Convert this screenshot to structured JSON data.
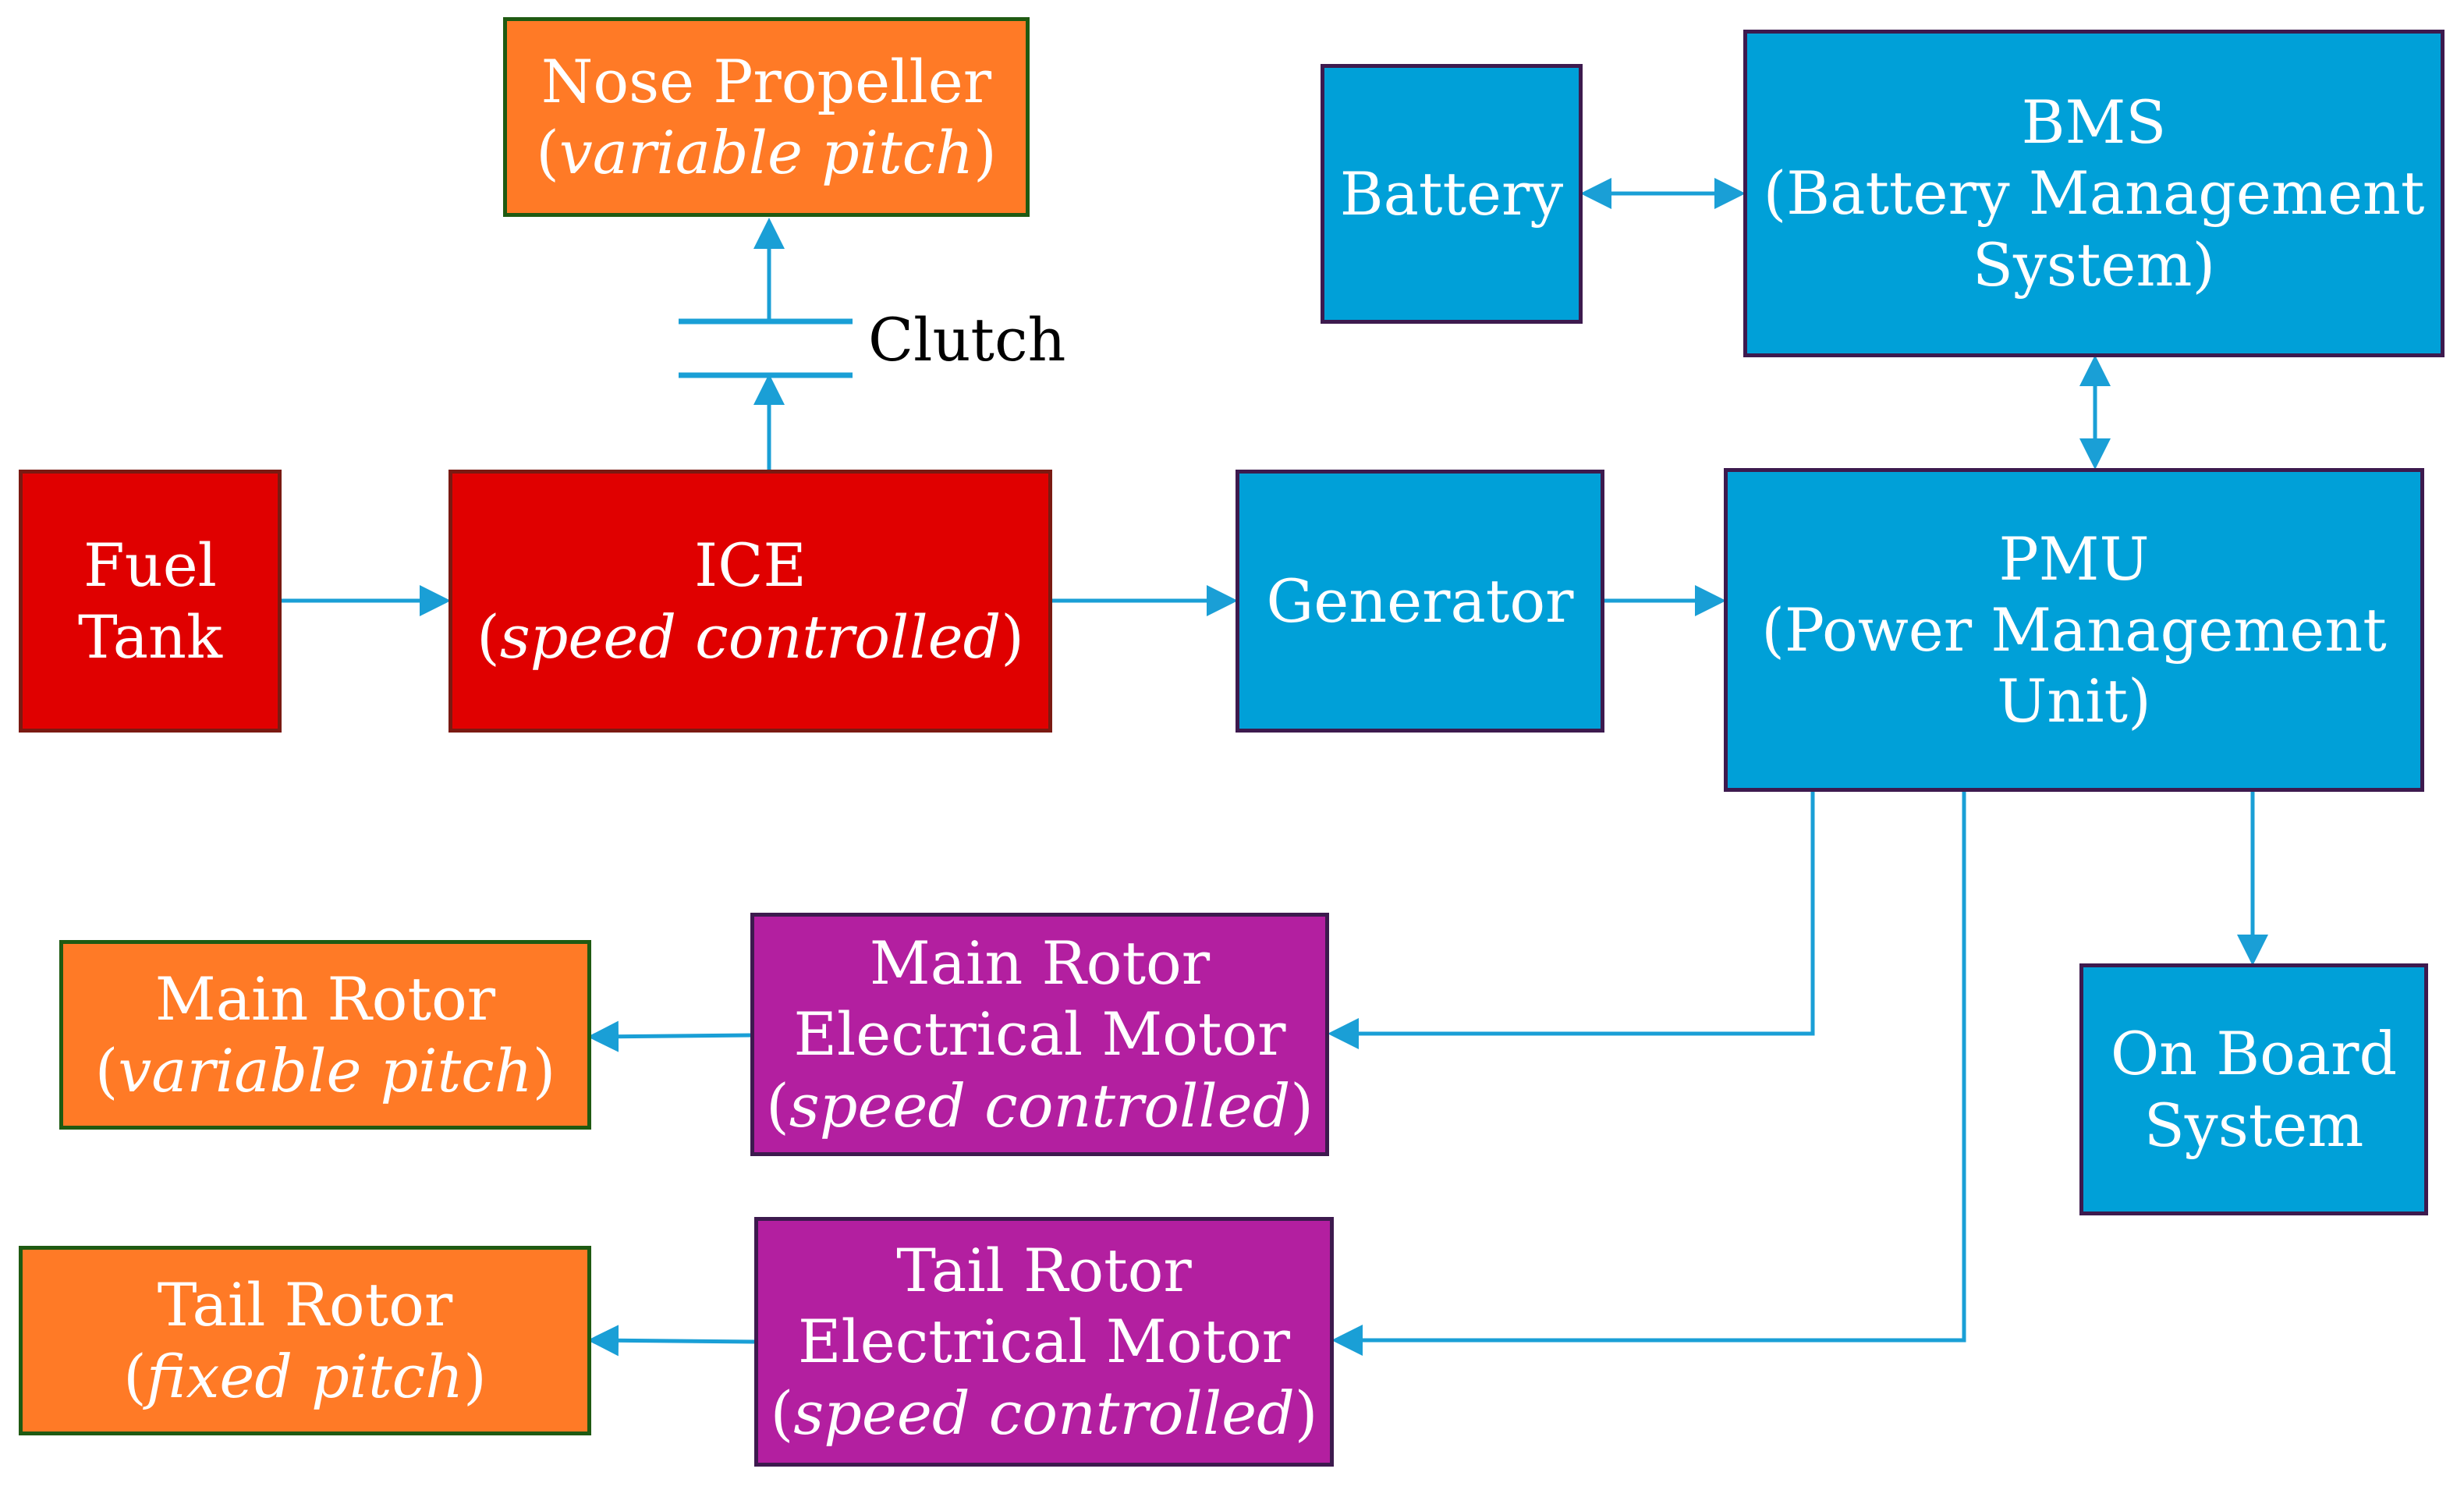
{
  "colors": {
    "ice_red": "#e00000",
    "power_blue": "#00a0d8",
    "motor_purple": "#b31fa0",
    "rotor_orange": "#ff7a26",
    "connector": "#1a9fd6"
  },
  "nodes": {
    "fuel_tank": {
      "line1": "Fuel",
      "line2": "Tank"
    },
    "ice": {
      "title": "ICE",
      "sub_open": "(",
      "sub_italic": "speed controlled",
      "sub_close": ")"
    },
    "nose_propeller": {
      "title": "Nose Propeller",
      "sub_open": "(",
      "sub_italic": "variable pitch",
      "sub_close": ")"
    },
    "clutch": {
      "label": "Clutch"
    },
    "generator": {
      "title": "Generator"
    },
    "battery": {
      "title": "Battery"
    },
    "bms": {
      "line1": "BMS",
      "line2": "(Battery Management",
      "line3": "System)"
    },
    "pmu": {
      "line1": "PMU",
      "line2": "(Power Management",
      "line3": "Unit)"
    },
    "main_motor": {
      "line1": "Main Rotor",
      "line2": "Electrical Motor",
      "sub_open": "(",
      "sub_italic": "speed controlled",
      "sub_close": ")"
    },
    "tail_motor": {
      "line1": "Tail Rotor",
      "line2": "Electrical Motor",
      "sub_open": "(",
      "sub_italic": "speed controlled",
      "sub_close": ")"
    },
    "main_rotor": {
      "title": "Main Rotor",
      "sub_open": "(",
      "sub_italic": "variable pitch",
      "sub_close": ")"
    },
    "tail_rotor": {
      "title": "Tail Rotor",
      "sub_open": "(",
      "sub_italic": "fixed pitch",
      "sub_close": ")"
    },
    "on_board": {
      "line1": "On Board",
      "line2": "System"
    }
  }
}
